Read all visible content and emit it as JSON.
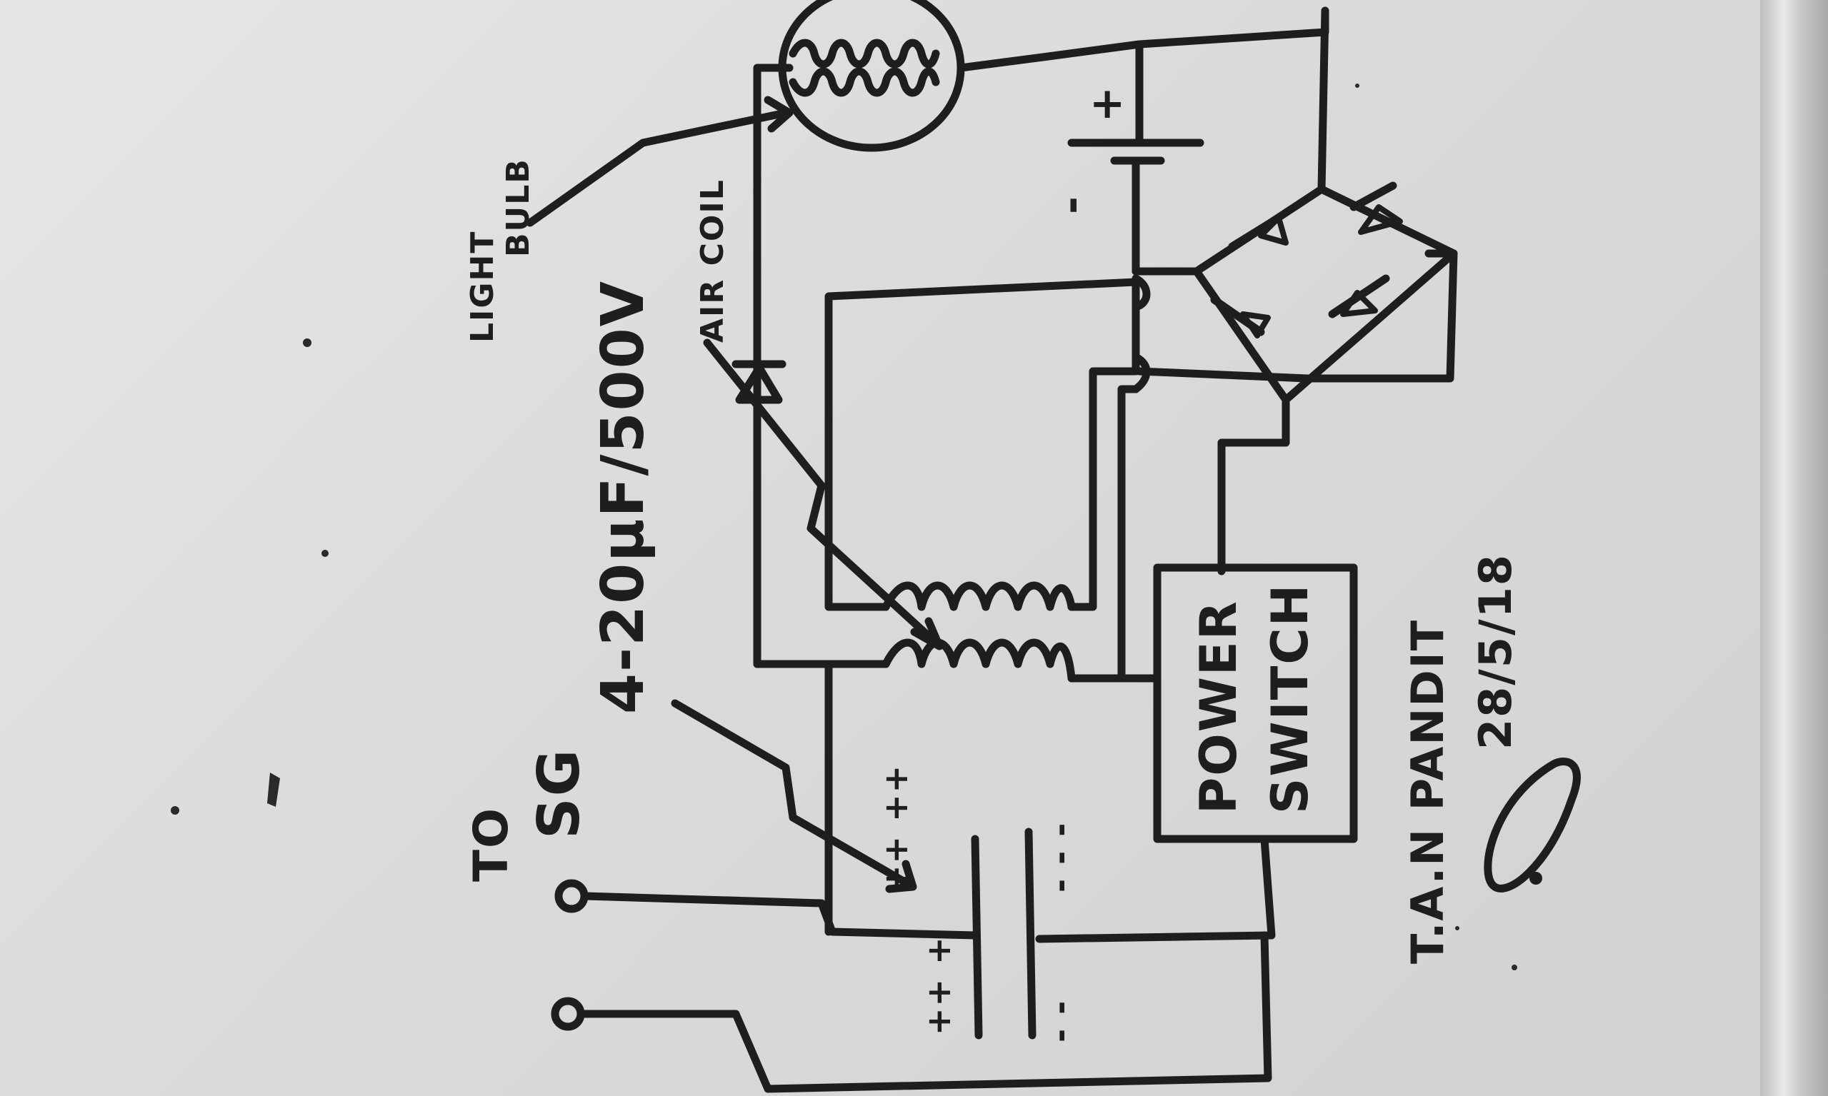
{
  "board": {
    "background": "#dadadc",
    "ink": "#1e1e1e"
  },
  "labels": {
    "light_bulb_line1": "LIGHT",
    "light_bulb_line2": "BULB",
    "air_coil": "AIR COIL",
    "capacitor_spec": "4-20μF/500V",
    "to_sg_line1": "TO",
    "to_sg_line2": "SG",
    "power_switch_line1": "POWER",
    "power_switch_line2": "SWITCH",
    "author": "T.A.N PANDIT",
    "date": "28/5/18",
    "battery_plus": "+",
    "battery_minus": "-",
    "cap_plus_top": "++ ++",
    "cap_minus_top": "- - -",
    "cap_plus_bottom": "++ +",
    "cap_minus_bottom": "- -"
  },
  "icons": {
    "light_bulb": "light-bulb-icon",
    "diode": "diode-icon",
    "bridge_rectifier": "bridge-rectifier-icon",
    "battery": "battery-icon",
    "capacitor": "capacitor-icon",
    "coil": "coil-icon",
    "terminal": "terminal-icon",
    "signature": "signature-icon"
  }
}
